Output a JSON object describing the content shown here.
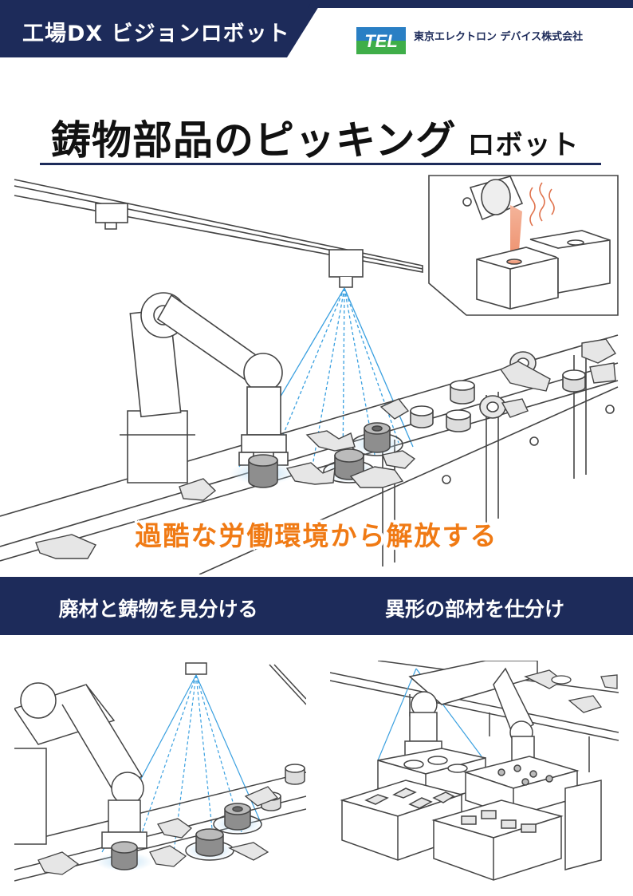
{
  "header": {
    "title": "工場DX ビジョンロボット",
    "logo_text": "TEL",
    "company": "東京エレクトロン デバイス株式会社"
  },
  "main": {
    "title": "鋳物部品のピッキング",
    "title_suffix": "ロボット",
    "tagline": "過酷な労働環境から解放する"
  },
  "features": [
    {
      "label": "廃材と鋳物を見分ける"
    },
    {
      "label": "異形の部材を仕分け"
    }
  ],
  "colors": {
    "navy": "#1d2b5a",
    "accent_orange": "#f07a14",
    "camera_beam": "#3aa0e0",
    "logo_blue": "#2a7fc4",
    "logo_green": "#3fae49",
    "molten_metal": "#f2a98a"
  }
}
